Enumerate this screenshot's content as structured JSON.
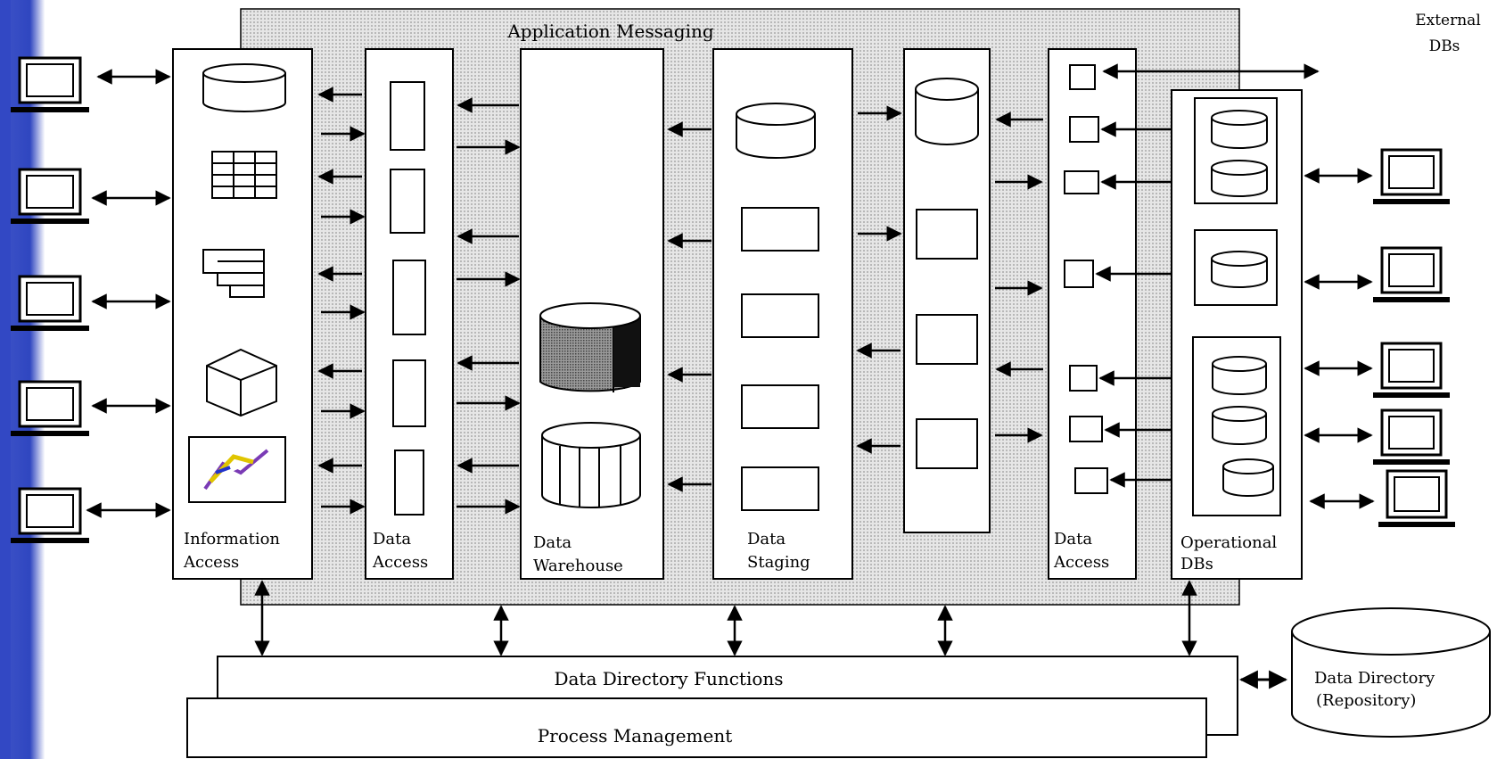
{
  "labels": {
    "application_messaging": "Application Messaging",
    "external_dbs_line1": "External",
    "external_dbs_line2": "DBs",
    "info_access_line1": "Information",
    "info_access_line2": "Access",
    "data_access_left_line1": "Data",
    "data_access_left_line2": "Access",
    "warehouse_line1": "Data",
    "warehouse_line2": "Warehouse",
    "staging_line1": "Data",
    "staging_line2": "Staging",
    "data_access_right_line1": "Data",
    "data_access_right_line2": "Access",
    "operational_line1": "Operational",
    "operational_line2": "DBs",
    "data_directory_functions": "Data Directory Functions",
    "process_management": "Process Management",
    "repository_line1": "Data Directory",
    "repository_line2": "(Repository)"
  },
  "colors": {
    "slide_edge_blue": "#3248c4",
    "stipple_background": "#d8d8d8",
    "line": "#000000",
    "panel_fill": "#ffffff"
  }
}
